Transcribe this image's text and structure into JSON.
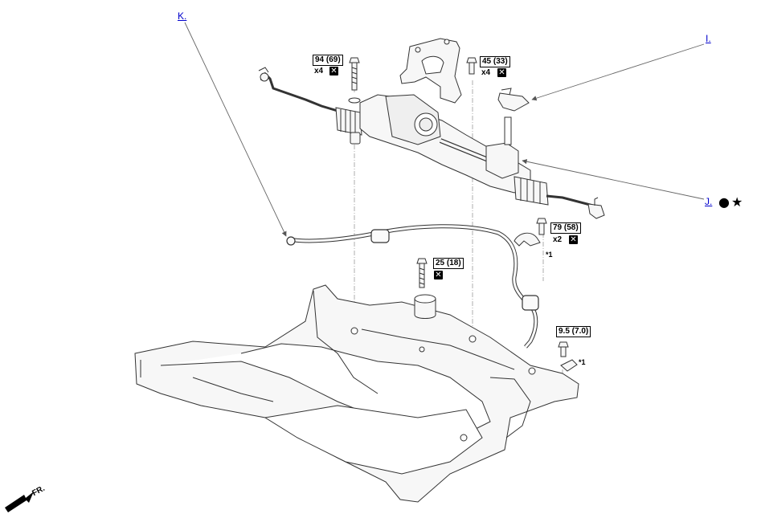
{
  "callouts": {
    "k": "K.",
    "i": "I.",
    "j": "J."
  },
  "torques": {
    "t1": "94 (69)",
    "t2": "45 (33)",
    "t3": "79 (58)",
    "t4": "25 (18)",
    "t5": "9.5 (7.0)"
  },
  "quantities": {
    "q1": "x4",
    "q2": "x4",
    "q3": "x2"
  },
  "notes": {
    "n1": "*1",
    "n2": "*1"
  },
  "symbols": {
    "reuse_x": "✕",
    "circle": "●",
    "star": "★"
  },
  "direction_label": "FR.",
  "colors": {
    "link": "#0000cc",
    "line": "#555555",
    "part_fill": "#f7f7f7"
  }
}
